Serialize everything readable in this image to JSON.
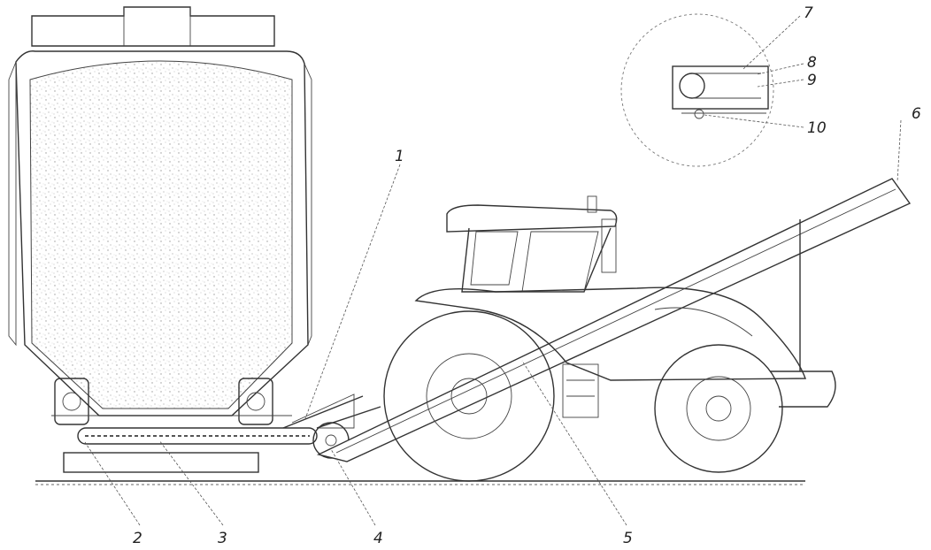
{
  "figure": {
    "callouts": [
      {
        "id": "c1",
        "text": "1"
      },
      {
        "id": "c2",
        "text": "2"
      },
      {
        "id": "c3",
        "text": "3"
      },
      {
        "id": "c4",
        "text": "4"
      },
      {
        "id": "c5",
        "text": "5"
      },
      {
        "id": "c6",
        "text": "6"
      },
      {
        "id": "c7",
        "text": "7"
      },
      {
        "id": "c8",
        "text": "8"
      },
      {
        "id": "c9",
        "text": "9"
      },
      {
        "id": "c10",
        "text": "10"
      }
    ]
  }
}
